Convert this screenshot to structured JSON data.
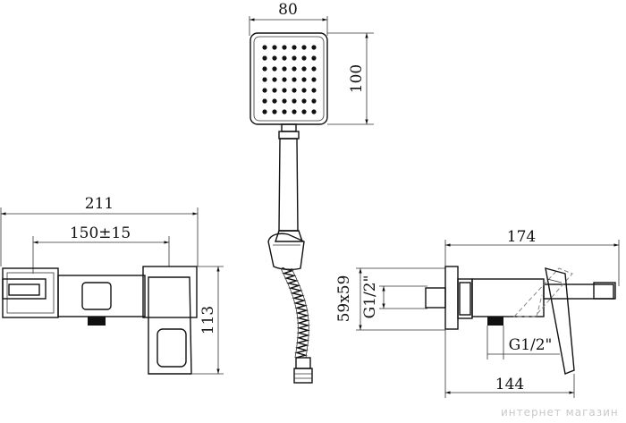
{
  "dimensions": {
    "shower_head_width": "80",
    "shower_head_height": "100",
    "mixer_total_width": "211",
    "mixer_center_distance": "150±15",
    "mixer_height": "113",
    "side_total_length": "174",
    "side_base_length": "144",
    "side_connection_height": "59x59",
    "thread_vertical": "G1/2\"",
    "thread_horizontal": "G1/2\""
  },
  "watermark": "интернет магазин"
}
